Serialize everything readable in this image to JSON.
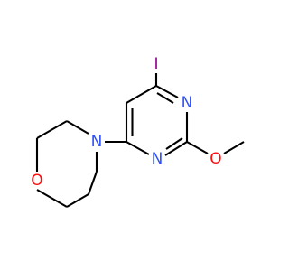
{
  "molecule": {
    "atoms": {
      "iodine": "I",
      "n_top": "N",
      "n_bottom": "N",
      "n_morpholine": "N",
      "o_morpholine": "O",
      "o_methoxy": "O"
    },
    "colors": {
      "bond": "#000000",
      "iodine": "#940094",
      "nitrogen": "#3050F8",
      "oxygen": "#FF0D0D"
    }
  }
}
